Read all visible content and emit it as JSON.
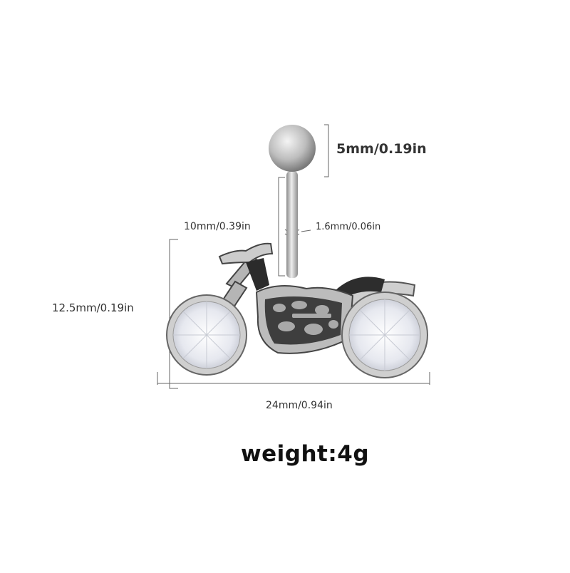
{
  "dimensions": {
    "ball_diameter": "5mm/0.19in",
    "top_width": "10mm/0.39in",
    "bar_gauge": "1.6mm/0.06in",
    "charm_height": "12.5mm/0.19in",
    "charm_length": "24mm/0.94in"
  },
  "weight": "weight:4g",
  "colors": {
    "background": "#ffffff",
    "text": "#222222",
    "measure_line": "#555555",
    "metal": "#c9c9c9",
    "metal_dark": "#3a3a3a",
    "gem": "#eef0f6"
  },
  "icons": {
    "product": "motorcycle-belly-ring-icon"
  }
}
